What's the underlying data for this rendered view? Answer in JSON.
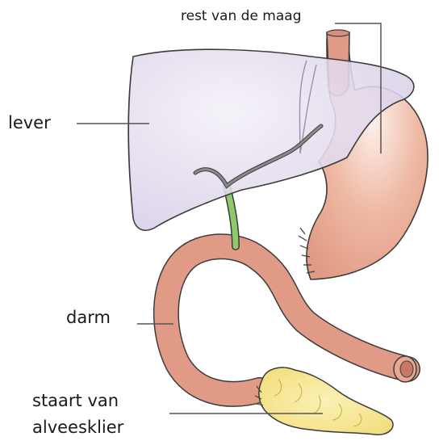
{
  "labels": {
    "stomach": "rest van de maag",
    "liver": "lever",
    "bowel": "darm",
    "pancreas_line1": "staart van",
    "pancreas_line2": "alveesklier"
  },
  "colors": {
    "liver": "#dcd3ea",
    "stomach": "#eab7a3",
    "bowel": "#e19a86",
    "bile_duct": "#8fca6a",
    "pancreas": "#f5e48a",
    "outline": "#3c3c3c"
  }
}
